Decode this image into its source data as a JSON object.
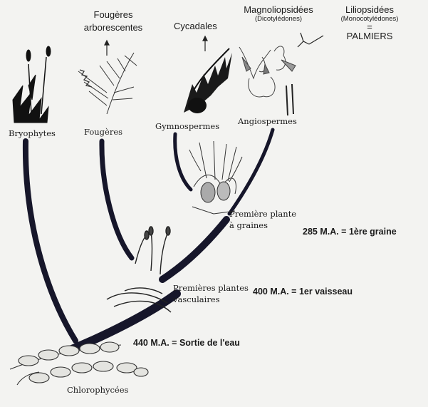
{
  "top_groups": {
    "fougeres_arborescentes": {
      "line1": "Fougères",
      "line2": "arborescentes"
    },
    "cycadales": "Cycadales",
    "magnoliopsidees": {
      "name": "Magnoliopsidées",
      "sub": "(Dicotylédones)"
    },
    "liliopsidees": {
      "name": "Liliopsidées",
      "sub": "(Monocotylédones)",
      "equals": "=",
      "palmiers": "PALMIERS"
    }
  },
  "taxa": {
    "bryophytes": "Bryophytes",
    "fougeres": "Fougères",
    "gymnospermes": "Gymnospermes",
    "angiospermes": "Angiospermes",
    "chlorophycees": "Chlorophycées"
  },
  "events": {
    "premiere_plante_graines": {
      "line1": "Première plante",
      "line2": "à graines"
    },
    "premieres_plantes_vasculaires": {
      "line1": "Premières plantes",
      "line2": "vasculaires"
    }
  },
  "timeline": {
    "graine": "285 M.A. = 1ère graine",
    "vaisseau": "400 M.A. = 1er vaisseau",
    "eau": "440 M.A. = Sortie de l'eau"
  },
  "colors": {
    "branch": "#16162a",
    "ink": "#1b1b1b",
    "paper": "#f3f3f1"
  }
}
